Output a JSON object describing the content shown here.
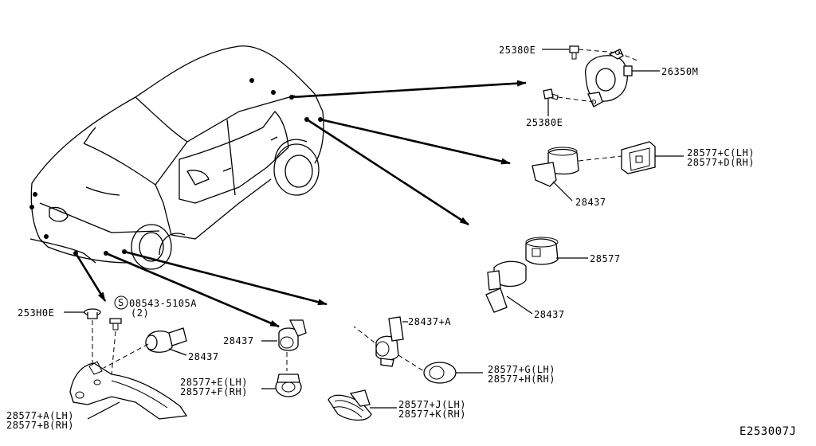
{
  "diagram_code": "E253007J",
  "labels": {
    "p25380E_top": "25380E",
    "p26350M": "26350M",
    "p25380E_bottom": "25380E",
    "p28577CD": "28577+C(LH)\n28577+D(RH)",
    "p28437_a": "28437",
    "p28577": "28577",
    "p28437_b": "28437",
    "p253H0E": "253H0E",
    "screw": "08543-5105A",
    "screw_qty": "(2)",
    "p28437_c": "28437",
    "p28437_d": "28437",
    "p28437A": "28437+A",
    "p28577EF": "28577+E(LH)\n28577+F(RH)",
    "p28577GH": "28577+G(LH)\n28577+H(RH)",
    "p28577JK": "28577+J(LH)\n28577+K(RH)",
    "p28577AB": "28577+A(LH)\n28577+B(RH)"
  },
  "screw_symbol": "S"
}
